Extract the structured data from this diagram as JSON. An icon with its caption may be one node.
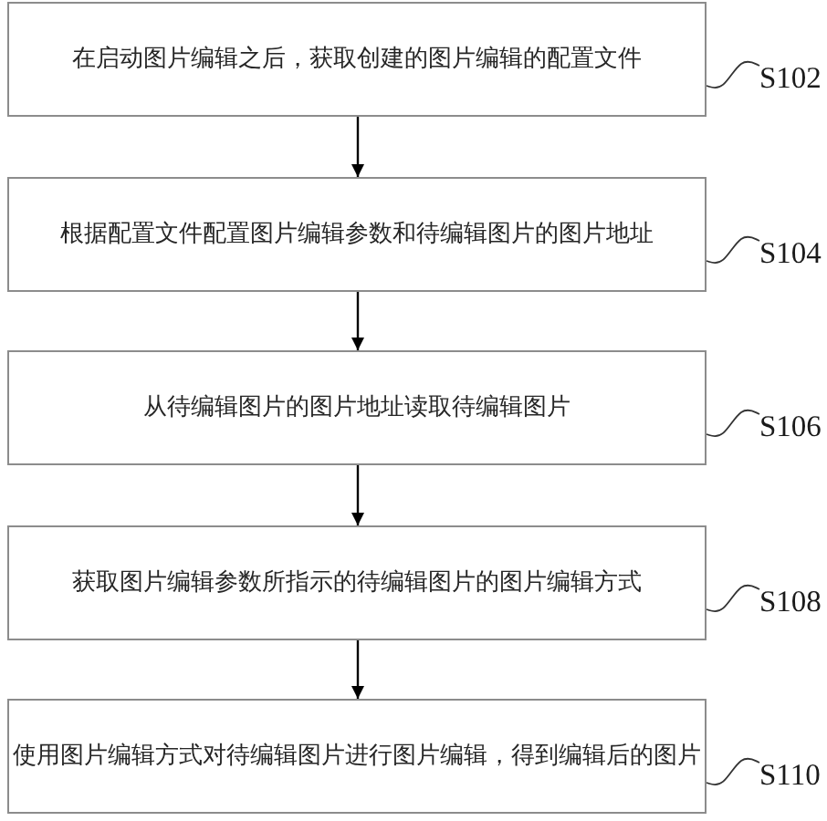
{
  "diagram": {
    "nodes": [
      {
        "text": [
          "在启动图片编辑之后，获取创建的图片编辑的配置文件"
        ]
      },
      {
        "text": [
          "S102"
        ]
      },
      {
        "text": [
          "根据配置文件配置图片编辑参数和待编辑图片的图片地址"
        ]
      },
      {
        "text": [
          "S104"
        ]
      },
      {
        "text": [
          "从待编辑图片的图片地址读取待编辑图片"
        ]
      },
      {
        "text": [
          "S106"
        ]
      },
      {
        "text": [
          "获取图片编辑参数所指示的待编辑图片的图片编辑方式"
        ]
      },
      {
        "text": [
          "S108"
        ]
      },
      {
        "text": [
          "使用图片编辑方式对待编辑图片进行图片编辑，得到编辑后的图片"
        ]
      },
      {
        "text": [
          "S110"
        ]
      }
    ],
    "edges": [
      {
        "from": 0,
        "to": 2,
        "arrow": "to"
      },
      {
        "from": 2,
        "to": 4,
        "arrow": "to"
      },
      {
        "from": 4,
        "to": 6,
        "arrow": "to"
      },
      {
        "from": 6,
        "to": 8,
        "arrow": "to"
      },
      {
        "from": 1,
        "to": 0,
        "arrow": "none"
      },
      {
        "from": 3,
        "to": 2,
        "arrow": "none"
      },
      {
        "from": 5,
        "to": 4,
        "arrow": "none"
      },
      {
        "from": 7,
        "to": 6,
        "arrow": "none"
      },
      {
        "from": 9,
        "to": 8,
        "arrow": "none"
      }
    ]
  }
}
